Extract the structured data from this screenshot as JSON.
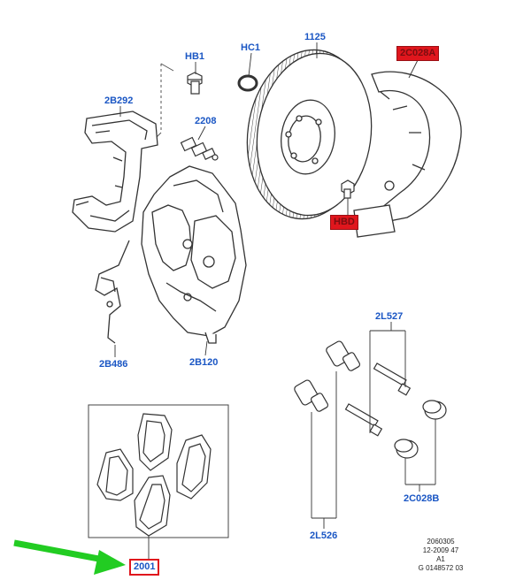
{
  "callouts": {
    "hb1": "HB1",
    "hc1": "HC1",
    "p1125": "1125",
    "p2c028a": "2C028A",
    "p2b292": "2B292",
    "p2208": "2208",
    "hbd": "HBD",
    "p2b486": "2B486",
    "p2b120": "2B120",
    "p2l527": "2L527",
    "p2c028b": "2C028B",
    "p2l526": "2L526",
    "p2001": "2001"
  },
  "highlighted_colors": {
    "box_red": "#e0161d",
    "callout_blue": "#1a56c4",
    "arrow_green": "#22cc22"
  },
  "diagram_code": {
    "line1": "2060305",
    "line2": "12-2009 47",
    "line3": "A1",
    "line4": "G 0148572 03"
  }
}
